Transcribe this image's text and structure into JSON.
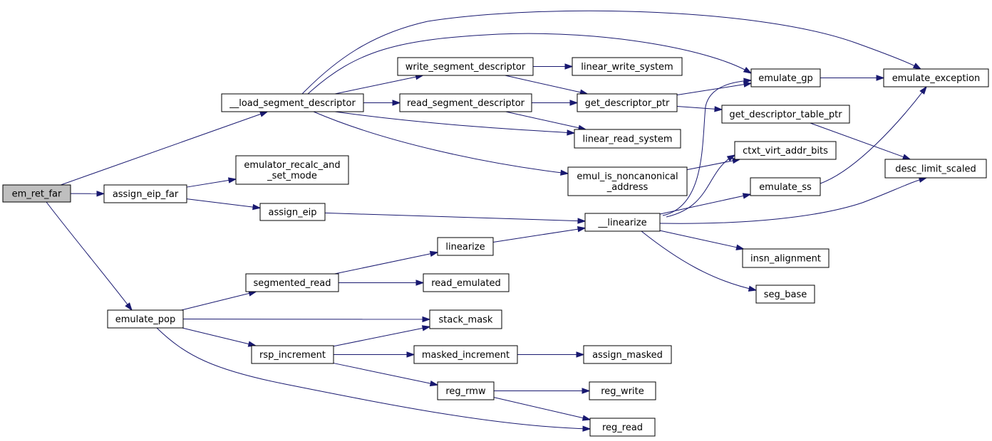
{
  "graph": {
    "colors": {
      "edge": "#191970",
      "node_fill": "#ffffff",
      "root_fill": "#bfbfbf",
      "border": "#000000"
    },
    "nodes": [
      {
        "id": "em_ret_far",
        "lines": [
          "em_ret_far"
        ],
        "root": true
      },
      {
        "id": "__load_segment_descriptor",
        "lines": [
          "__load_segment_descriptor"
        ]
      },
      {
        "id": "assign_eip_far",
        "lines": [
          "assign_eip_far"
        ]
      },
      {
        "id": "emulate_pop",
        "lines": [
          "emulate_pop"
        ]
      },
      {
        "id": "emulator_recalc_and_set_mode",
        "lines": [
          "emulator_recalc_and",
          "_set_mode"
        ]
      },
      {
        "id": "assign_eip",
        "lines": [
          "assign_eip"
        ]
      },
      {
        "id": "write_segment_descriptor",
        "lines": [
          "write_segment_descriptor"
        ]
      },
      {
        "id": "read_segment_descriptor",
        "lines": [
          "read_segment_descriptor"
        ]
      },
      {
        "id": "linear_write_system",
        "lines": [
          "linear_write_system"
        ]
      },
      {
        "id": "get_descriptor_ptr",
        "lines": [
          "get_descriptor_ptr"
        ]
      },
      {
        "id": "linear_read_system",
        "lines": [
          "linear_read_system"
        ]
      },
      {
        "id": "emul_is_noncanonical_address",
        "lines": [
          "emul_is_noncanonical",
          "_address"
        ]
      },
      {
        "id": "emulate_gp",
        "lines": [
          "emulate_gp"
        ]
      },
      {
        "id": "get_descriptor_table_ptr",
        "lines": [
          "get_descriptor_table_ptr"
        ]
      },
      {
        "id": "ctxt_virt_addr_bits",
        "lines": [
          "ctxt_virt_addr_bits"
        ]
      },
      {
        "id": "emulate_ss",
        "lines": [
          "emulate_ss"
        ]
      },
      {
        "id": "emulate_exception",
        "lines": [
          "emulate_exception"
        ]
      },
      {
        "id": "desc_limit_scaled",
        "lines": [
          "desc_limit_scaled"
        ]
      },
      {
        "id": "__linearize",
        "lines": [
          "__linearize"
        ]
      },
      {
        "id": "linearize",
        "lines": [
          "linearize"
        ]
      },
      {
        "id": "insn_alignment",
        "lines": [
          "insn_alignment"
        ]
      },
      {
        "id": "seg_base",
        "lines": [
          "seg_base"
        ]
      },
      {
        "id": "segmented_read",
        "lines": [
          "segmented_read"
        ]
      },
      {
        "id": "read_emulated",
        "lines": [
          "read_emulated"
        ]
      },
      {
        "id": "stack_mask",
        "lines": [
          "stack_mask"
        ]
      },
      {
        "id": "rsp_increment",
        "lines": [
          "rsp_increment"
        ]
      },
      {
        "id": "masked_increment",
        "lines": [
          "masked_increment"
        ]
      },
      {
        "id": "assign_masked",
        "lines": [
          "assign_masked"
        ]
      },
      {
        "id": "reg_rmw",
        "lines": [
          "reg_rmw"
        ]
      },
      {
        "id": "reg_write",
        "lines": [
          "reg_write"
        ]
      },
      {
        "id": "reg_read",
        "lines": [
          "reg_read"
        ]
      }
    ],
    "edges": [
      {
        "from": "em_ret_far",
        "to": "__load_segment_descriptor"
      },
      {
        "from": "em_ret_far",
        "to": "assign_eip_far"
      },
      {
        "from": "em_ret_far",
        "to": "emulate_pop"
      },
      {
        "from": "__load_segment_descriptor",
        "to": "emulate_exception"
      },
      {
        "from": "__load_segment_descriptor",
        "to": "emulate_gp"
      },
      {
        "from": "__load_segment_descriptor",
        "to": "write_segment_descriptor"
      },
      {
        "from": "__load_segment_descriptor",
        "to": "read_segment_descriptor"
      },
      {
        "from": "__load_segment_descriptor",
        "to": "linear_read_system"
      },
      {
        "from": "__load_segment_descriptor",
        "to": "emul_is_noncanonical_address"
      },
      {
        "from": "write_segment_descriptor",
        "to": "linear_write_system"
      },
      {
        "from": "write_segment_descriptor",
        "to": "get_descriptor_ptr"
      },
      {
        "from": "read_segment_descriptor",
        "to": "get_descriptor_ptr"
      },
      {
        "from": "read_segment_descriptor",
        "to": "linear_read_system"
      },
      {
        "from": "get_descriptor_ptr",
        "to": "emulate_gp"
      },
      {
        "from": "get_descriptor_ptr",
        "to": "get_descriptor_table_ptr"
      },
      {
        "from": "emulate_gp",
        "to": "emulate_exception"
      },
      {
        "from": "get_descriptor_table_ptr",
        "to": "desc_limit_scaled"
      },
      {
        "from": "emul_is_noncanonical_address",
        "to": "ctxt_virt_addr_bits"
      },
      {
        "from": "assign_eip_far",
        "to": "emulator_recalc_and_set_mode"
      },
      {
        "from": "assign_eip_far",
        "to": "assign_eip"
      },
      {
        "from": "assign_eip",
        "to": "__linearize"
      },
      {
        "from": "__linearize",
        "to": "emulate_gp"
      },
      {
        "from": "__linearize",
        "to": "ctxt_virt_addr_bits"
      },
      {
        "from": "__linearize",
        "to": "emulate_ss"
      },
      {
        "from": "__linearize",
        "to": "desc_limit_scaled"
      },
      {
        "from": "__linearize",
        "to": "insn_alignment"
      },
      {
        "from": "__linearize",
        "to": "seg_base"
      },
      {
        "from": "emulate_ss",
        "to": "emulate_exception"
      },
      {
        "from": "linearize",
        "to": "__linearize"
      },
      {
        "from": "emulate_pop",
        "to": "segmented_read"
      },
      {
        "from": "emulate_pop",
        "to": "stack_mask"
      },
      {
        "from": "emulate_pop",
        "to": "rsp_increment"
      },
      {
        "from": "emulate_pop",
        "to": "reg_read"
      },
      {
        "from": "segmented_read",
        "to": "linearize"
      },
      {
        "from": "segmented_read",
        "to": "read_emulated"
      },
      {
        "from": "rsp_increment",
        "to": "stack_mask"
      },
      {
        "from": "rsp_increment",
        "to": "masked_increment"
      },
      {
        "from": "rsp_increment",
        "to": "reg_rmw"
      },
      {
        "from": "masked_increment",
        "to": "assign_masked"
      },
      {
        "from": "reg_rmw",
        "to": "reg_write"
      },
      {
        "from": "reg_rmw",
        "to": "reg_read"
      }
    ]
  }
}
